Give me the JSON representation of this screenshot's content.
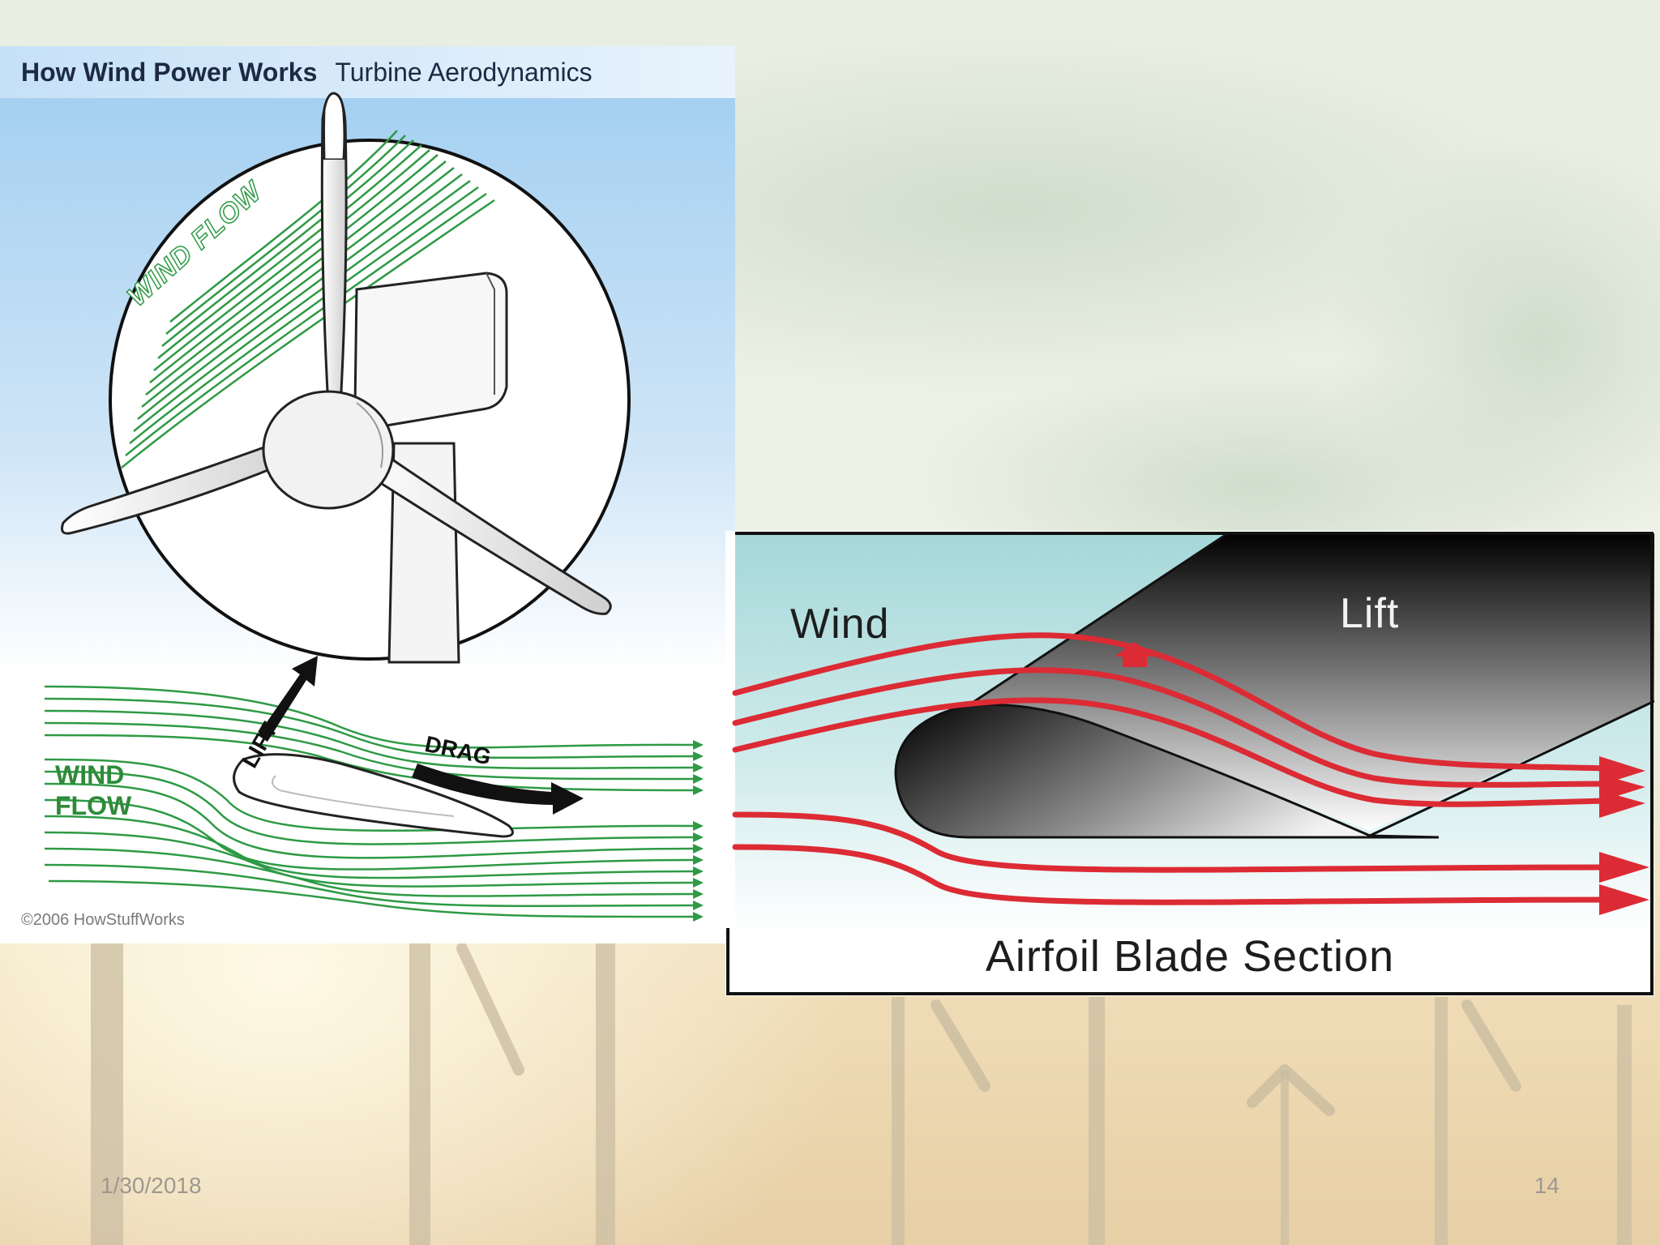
{
  "slide": {
    "date": "1/30/2018",
    "page_number": "14"
  },
  "left_diagram": {
    "header_title": "How Wind Power Works",
    "header_subtitle": "Turbine Aerodynamics",
    "wind_flow_top_label": "WIND FLOW",
    "lift_label": "LIFT",
    "drag_label": "DRAG",
    "wind_label_line1": "WIND",
    "wind_label_line2": "FLOW",
    "copyright": "©2006 HowStuffWorks",
    "colors": {
      "flow_lines": "#2e9a45",
      "sky_top": "#a9d4f2",
      "header_bg": "#d9ecfa"
    }
  },
  "right_diagram": {
    "wind_label": "Wind",
    "lift_label": "Lift",
    "caption": "Airfoil Blade Section",
    "colors": {
      "flow_arrows": "#dc2b34",
      "sky": "#a8d9dc",
      "lift_arrow": "#dc2b34"
    }
  }
}
